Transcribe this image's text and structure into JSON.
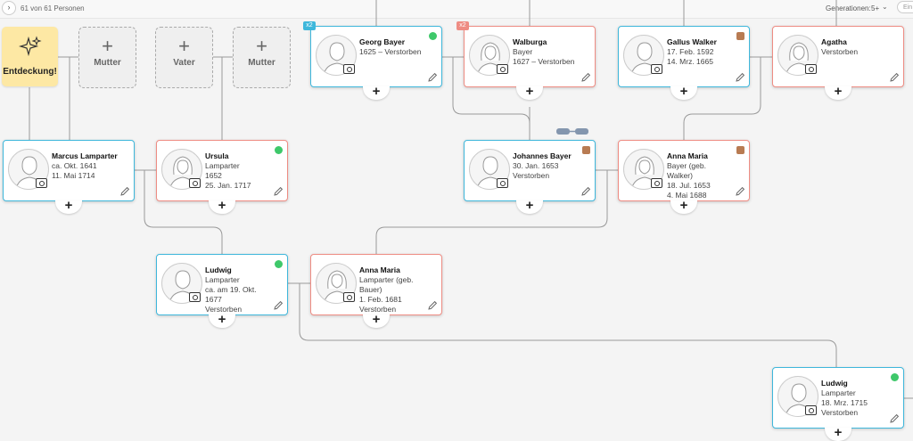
{
  "header": {
    "expand_icon": "chevron-right-icon",
    "person_count": "61 von 61 Personen",
    "generations_label": "Generationen:",
    "generations_value": "5+",
    "partial_button": "Ein"
  },
  "discovery": {
    "icon": "sparkle-icon",
    "label": "Entdeckung!"
  },
  "placeholders": [
    {
      "label": "Mutter"
    },
    {
      "label": "Vater"
    },
    {
      "label": "Mutter"
    }
  ],
  "colors": {
    "male": "#3eb7db",
    "female": "#ee8c83",
    "record_hint": "#3ec86a",
    "document": "#b87b52",
    "discovery": "#fde8a4"
  },
  "people": [
    {
      "id": "georg",
      "gender": "male",
      "name": "Georg Bayer",
      "line1": "1625 – Verstorben",
      "line2": "",
      "badge": "green",
      "count_badge": "x2"
    },
    {
      "id": "walburga",
      "gender": "female",
      "name": "Walburga",
      "line1": "Bayer",
      "line2": "1627 – Verstorben",
      "badge": "",
      "count_badge": "x2"
    },
    {
      "id": "gallus",
      "gender": "male",
      "name": "Gallus Walker",
      "line1": "17. Feb. 1592",
      "line2": "14. Mrz. 1665",
      "badge": "doc"
    },
    {
      "id": "agatha",
      "gender": "female",
      "name": "Agatha",
      "line1": "Verstorben",
      "line2": "",
      "badge": ""
    },
    {
      "id": "marcus",
      "gender": "male",
      "name": "Marcus Lamparter",
      "line1": "ca. Okt. 1641",
      "line2": "11. Mai 1714",
      "badge": ""
    },
    {
      "id": "ursula",
      "gender": "female",
      "name": "Ursula",
      "line1": "Lamparter",
      "line2": "1652",
      "line3": "25. Jan. 1717",
      "badge": "green"
    },
    {
      "id": "johannes",
      "gender": "male",
      "name": "Johannes Bayer",
      "line1": "30. Jan. 1653",
      "line2": "Verstorben",
      "badge": "doc"
    },
    {
      "id": "annamaria-bayer",
      "gender": "female",
      "name": "Anna Maria",
      "line1": "Bayer (geb.",
      "line2": "Walker)",
      "line3": "18. Jul. 1653",
      "line4": "4. Mai 1688",
      "badge": "doc"
    },
    {
      "id": "ludwig1",
      "gender": "male",
      "name": "Ludwig",
      "line1": "Lamparter",
      "line2": "ca. am 19. Okt. 1677",
      "line3": "Verstorben",
      "badge": "green"
    },
    {
      "id": "annamaria-lamparter",
      "gender": "female",
      "name": "Anna Maria",
      "line1": "Lamparter (geb.",
      "line2": "Bauer)",
      "line3": "1. Feb. 1681",
      "line4": "Verstorben",
      "badge": ""
    },
    {
      "id": "ludwig2",
      "gender": "male",
      "name": "Ludwig",
      "line1": "Lamparter",
      "line2": "18. Mrz. 1715",
      "line3": "Verstorben",
      "badge": "green"
    }
  ],
  "add_symbol": "+"
}
